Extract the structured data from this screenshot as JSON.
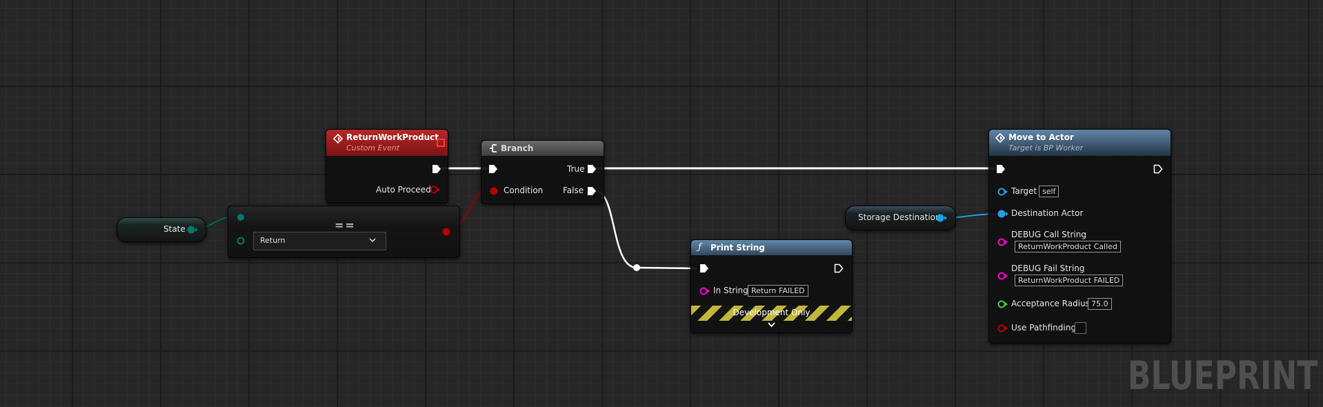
{
  "app": "Unreal Engine Blueprint Editor",
  "nodes": {
    "return_work_product": {
      "title": "ReturnWorkProduct",
      "subtitle": "Custom Event",
      "pin_auto_proceed": "Auto Proceed"
    },
    "branch": {
      "title": "Branch",
      "pin_condition": "Condition",
      "pin_true": "True",
      "pin_false": "False"
    },
    "state_var": {
      "label": "State"
    },
    "equal_enum": {
      "symbol": "==",
      "dropdown_value": "Return"
    },
    "print_string": {
      "title": "Print String",
      "pin_in_string": "In String",
      "in_string_value": "Return FAILED",
      "footer": "Development Only"
    },
    "storage_var": {
      "label": "Storage Destination"
    },
    "move_to_actor": {
      "title": "Move to Actor",
      "subtitle": "Target is BP Worker",
      "pins": {
        "target": {
          "label": "Target",
          "value": "self"
        },
        "destination_actor": {
          "label": "Destination Actor"
        },
        "debug_call_string": {
          "label": "DEBUG Call String",
          "value": "ReturnWorkProduct Called"
        },
        "debug_fail_string": {
          "label": "DEBUG Fail String",
          "value": "ReturnWorkProduct FAILED"
        },
        "acceptance_radius": {
          "label": "Acceptance Radius",
          "value": "75.0"
        },
        "use_pathfinding": {
          "label": "Use Pathfinding",
          "checked": false
        }
      }
    }
  },
  "watermark": "BLUEPRINT",
  "colors": {
    "exec": "#ffffff",
    "bool_pin": "#920101",
    "enum_pin": "#00665c",
    "object_pin": "#1da1e3",
    "string_pin": "#fb00d0",
    "float_pin": "#36d13b",
    "event_header": "#a11c1c",
    "function_header": "#4b6e8e",
    "branch_header": "#5a5a5a"
  }
}
